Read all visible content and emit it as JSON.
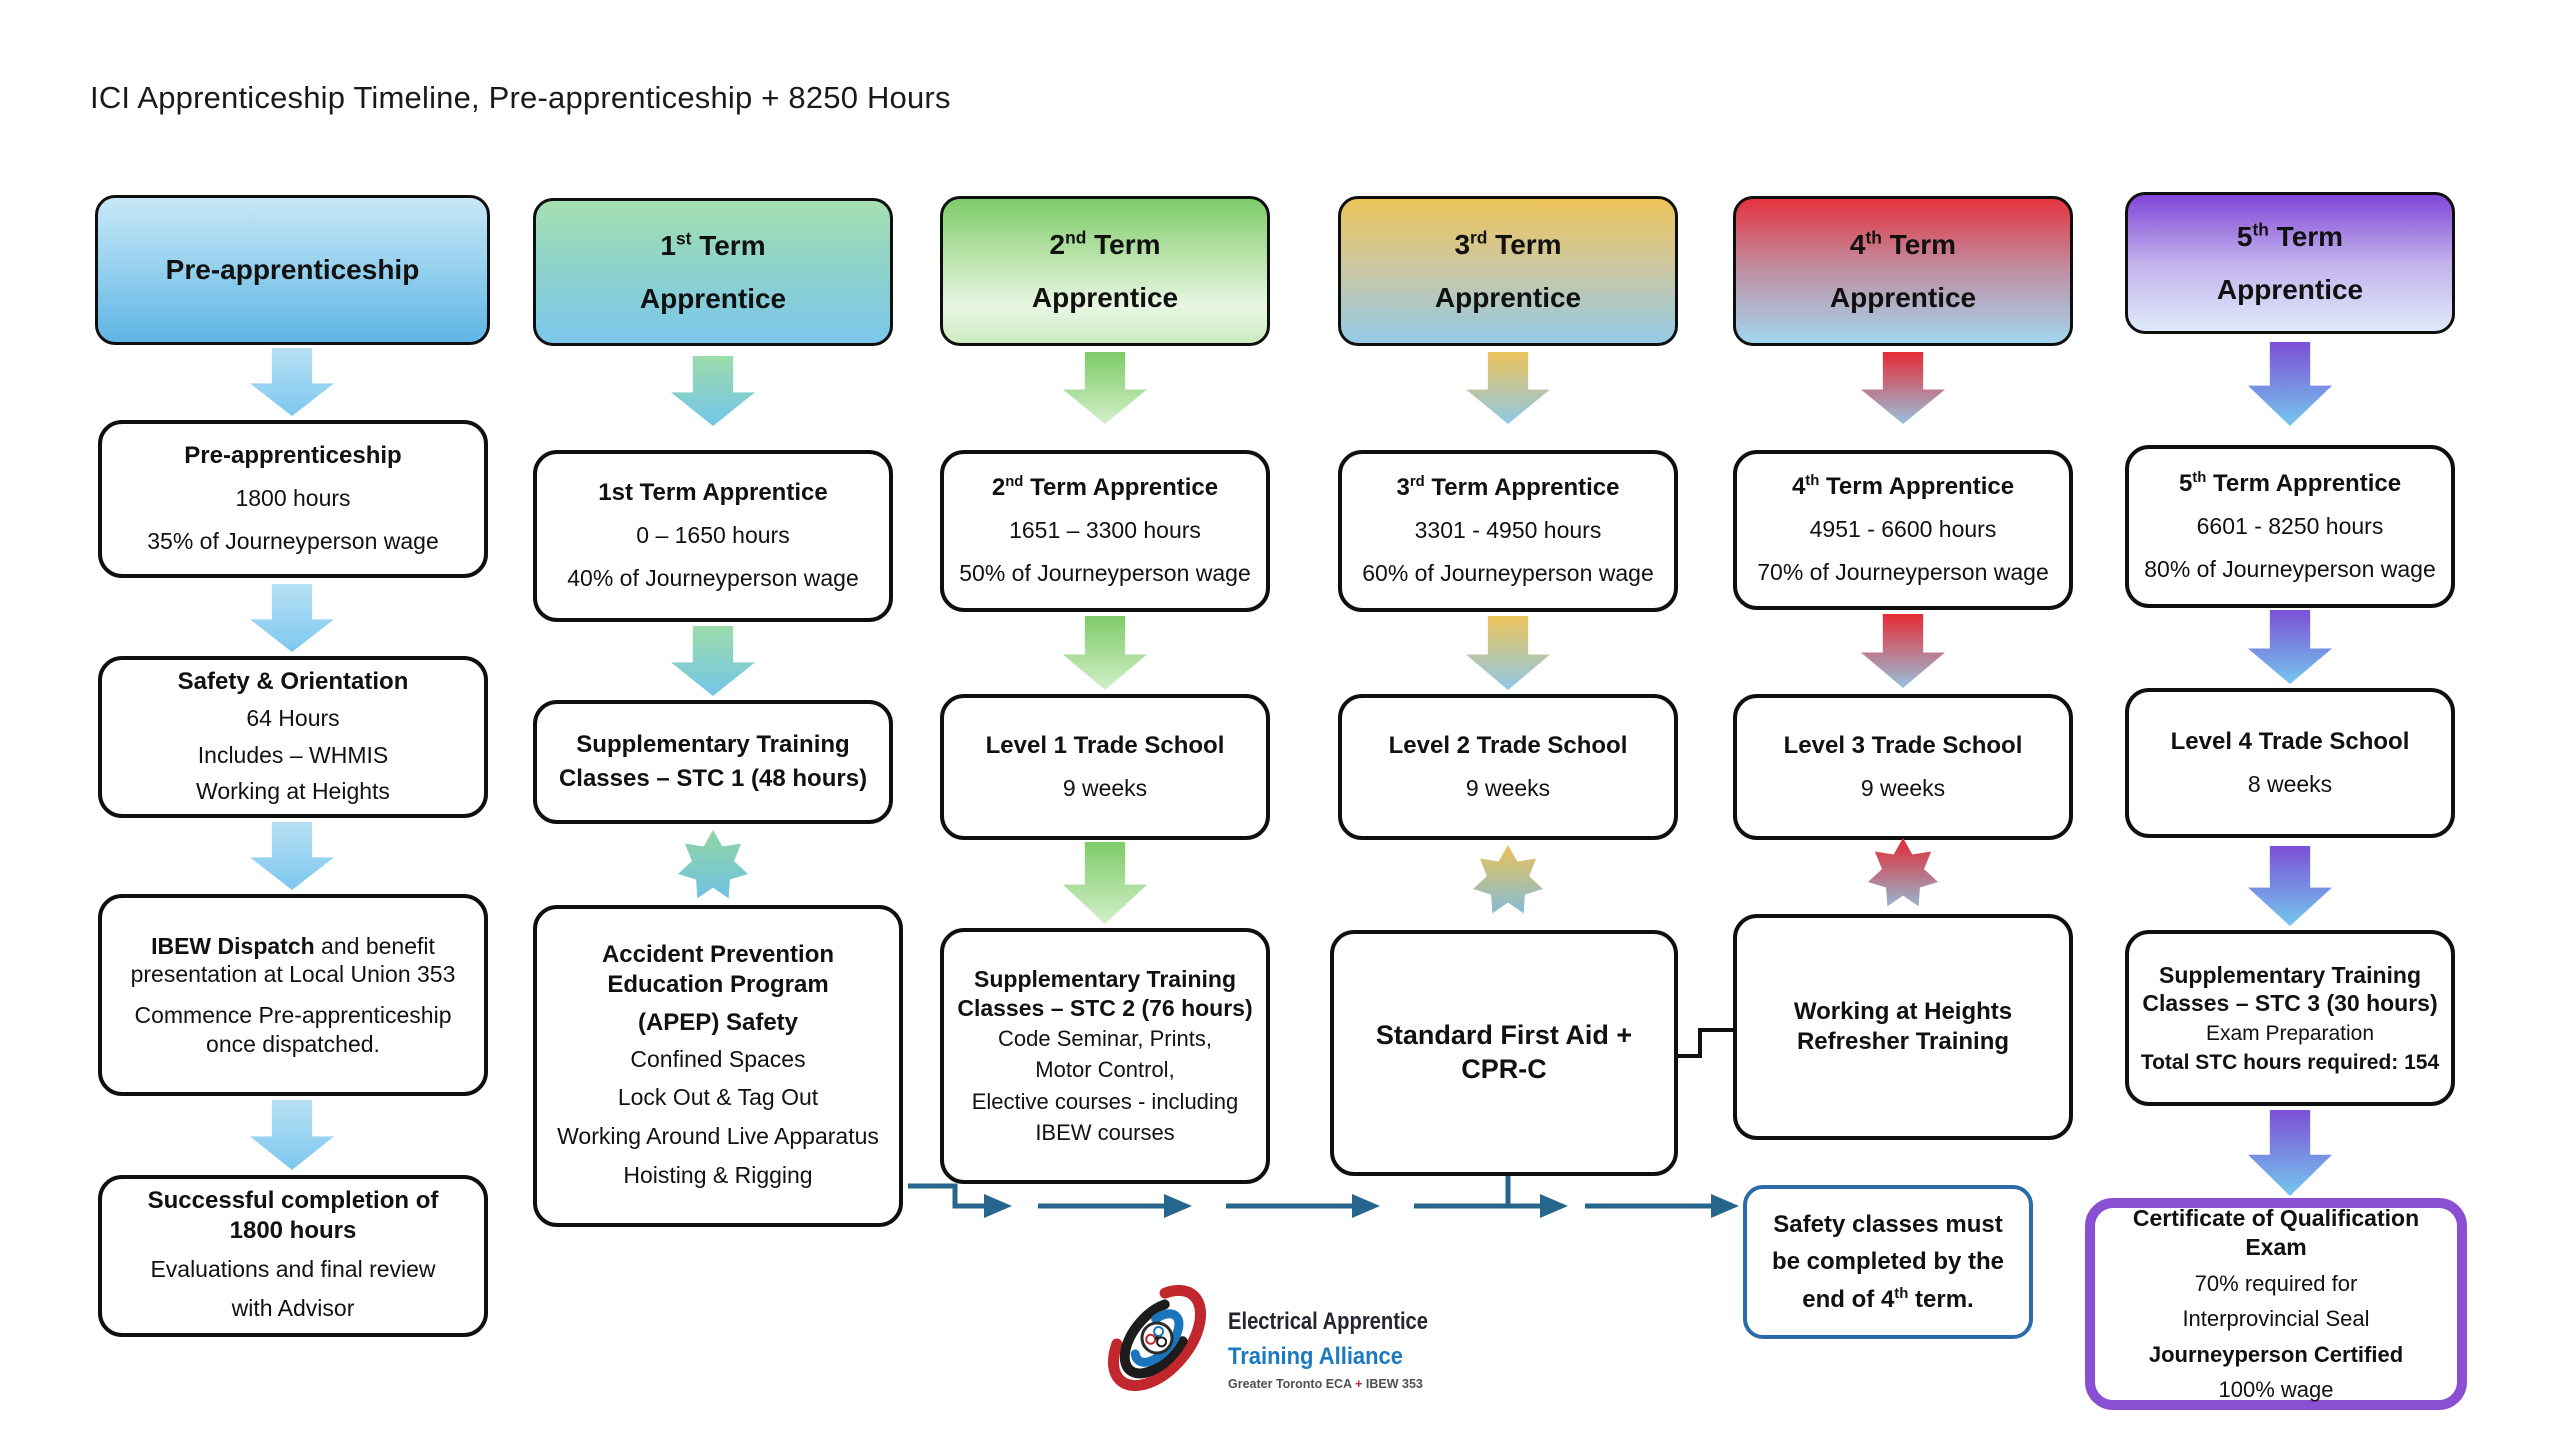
{
  "title": "ICI Apprenticeship Timeline, Pre-apprenticeship + 8250 Hours",
  "colors": {
    "box_border": "#111111",
    "connector": "#26658C",
    "note_border": "#2B6CA8",
    "certificate_border": "#8A4FD3",
    "col1_header_top": "#C7E7F7",
    "col1_header_bottom": "#5FB5E6",
    "col2_header_top": "#A6DFB2",
    "col2_header_bottom": "#7CC7EC",
    "col3_header_top": "#7FCC69",
    "col3_header_bottom": "#CDEBC0",
    "col4_header_top": "#EDC45A",
    "col4_header_bottom": "#93CAE8",
    "col5_header_top": "#E5333E",
    "col5_header_bottom": "#A2D6F0",
    "col6_header_top": "#8146D8",
    "col6_header_bottom": "#DFEAFA",
    "logo_red": "#C1272D",
    "logo_blue": "#1B75BC"
  },
  "col1": {
    "header": {
      "text": "Pre-apprenticeship"
    },
    "stage": {
      "title": "Pre-apprenticeship",
      "hours": "1800 hours",
      "wage": "35% of Journeyperson wage"
    },
    "mid": {
      "title": "Safety & Orientation",
      "line1": "64 Hours",
      "line2": "Includes – WHMIS",
      "line3": "Working at Heights"
    },
    "dispatch": {
      "bold": "IBEW Dispatch",
      "rest": " and benefit presentation at Local Union 353",
      "para2": "Commence  Pre-apprenticeship once dispatched."
    },
    "final": {
      "title1": "Successful completion of",
      "title2": "1800 hours",
      "line1": "Evaluations and final review",
      "line2": "with Advisor"
    }
  },
  "col2": {
    "header": {
      "num": "1",
      "sup": "st",
      "rest": " Term",
      "line2": "Apprentice"
    },
    "stage": {
      "title": "1st Term Apprentice",
      "hours": "0 – 1650 hours",
      "wage": "40% of Journeyperson wage"
    },
    "stc1": {
      "line1": "Supplementary Training",
      "line2": "Classes – STC 1 (48 hours)"
    },
    "apep": {
      "title1": "Accident Prevention",
      "title2": "Education Program",
      "title3": "(APEP) Safety",
      "item1": "Confined Spaces",
      "item2": "Lock Out & Tag Out",
      "item3": "Working Around Live Apparatus",
      "item4": "Hoisting & Rigging"
    }
  },
  "col3": {
    "header": {
      "num": "2",
      "sup": "nd",
      "rest": " Term",
      "line2": "Apprentice"
    },
    "stage": {
      "num": "2",
      "sup": "nd",
      "rest": " Term Apprentice",
      "hours": "1651 – 3300 hours",
      "wage": "50% of Journeyperson wage"
    },
    "school": {
      "title": "Level 1 Trade School",
      "sub": "9 weeks"
    },
    "stc2": {
      "title1": "Supplementary Training",
      "title2": "Classes – STC 2 (76 hours)",
      "item1": "Code Seminar, Prints,",
      "item2": "Motor Control,",
      "item3": "Elective courses - including",
      "item4": "IBEW courses"
    }
  },
  "col4": {
    "header": {
      "num": "3",
      "sup": "rd",
      "rest": " Term",
      "line2": "Apprentice"
    },
    "stage": {
      "num": "3",
      "sup": "rd",
      "rest": " Term Apprentice",
      "hours": "3301 - 4950 hours",
      "wage": "60% of Journeyperson wage"
    },
    "school": {
      "title": "Level 2 Trade School",
      "sub": "9 weeks"
    },
    "firstaid": {
      "title": "Standard First Aid + CPR-C"
    }
  },
  "col5": {
    "header": {
      "num": "4",
      "sup": "th",
      "rest": " Term",
      "line2": "Apprentice"
    },
    "stage": {
      "num": "4",
      "sup": "th",
      "rest": " Term Apprentice",
      "hours": "4951 - 6600 hours",
      "wage": "70% of Journeyperson wage"
    },
    "school": {
      "title": "Level 3 Trade School",
      "sub": "9 weeks"
    },
    "wah": {
      "line1": "Working at Heights",
      "line2": "Refresher Training"
    },
    "note": {
      "line1": "Safety classes must",
      "line2": "be completed by the",
      "line3a": "end of 4",
      "line3sup": "th",
      "line3b": " term."
    }
  },
  "col6": {
    "header": {
      "num": "5",
      "sup": "th",
      "rest": " Term",
      "line2": "Apprentice"
    },
    "stage": {
      "num": "5",
      "sup": "th",
      "rest": " Term Apprentice",
      "hours": "6601 - 8250 hours",
      "wage": "80% of Journeyperson wage"
    },
    "school": {
      "title": "Level 4 Trade School",
      "sub": "8 weeks"
    },
    "stc3": {
      "title1": "Supplementary Training",
      "title2": "Classes – STC 3 (30 hours)",
      "line": "Exam Preparation",
      "total": "Total STC hours required: 154"
    },
    "cert": {
      "title": "Certificate of Qualification Exam",
      "line1": "70% required for",
      "line2": "Interprovincial Seal",
      "line3": "Journeyperson Certified",
      "line4": "100% wage"
    }
  },
  "logo": {
    "line1": "Electrical Apprentice",
    "line2": "Training Alliance",
    "tag1": "Greater Toronto ECA ",
    "tagplus": "+",
    "tag2": " IBEW 353"
  }
}
